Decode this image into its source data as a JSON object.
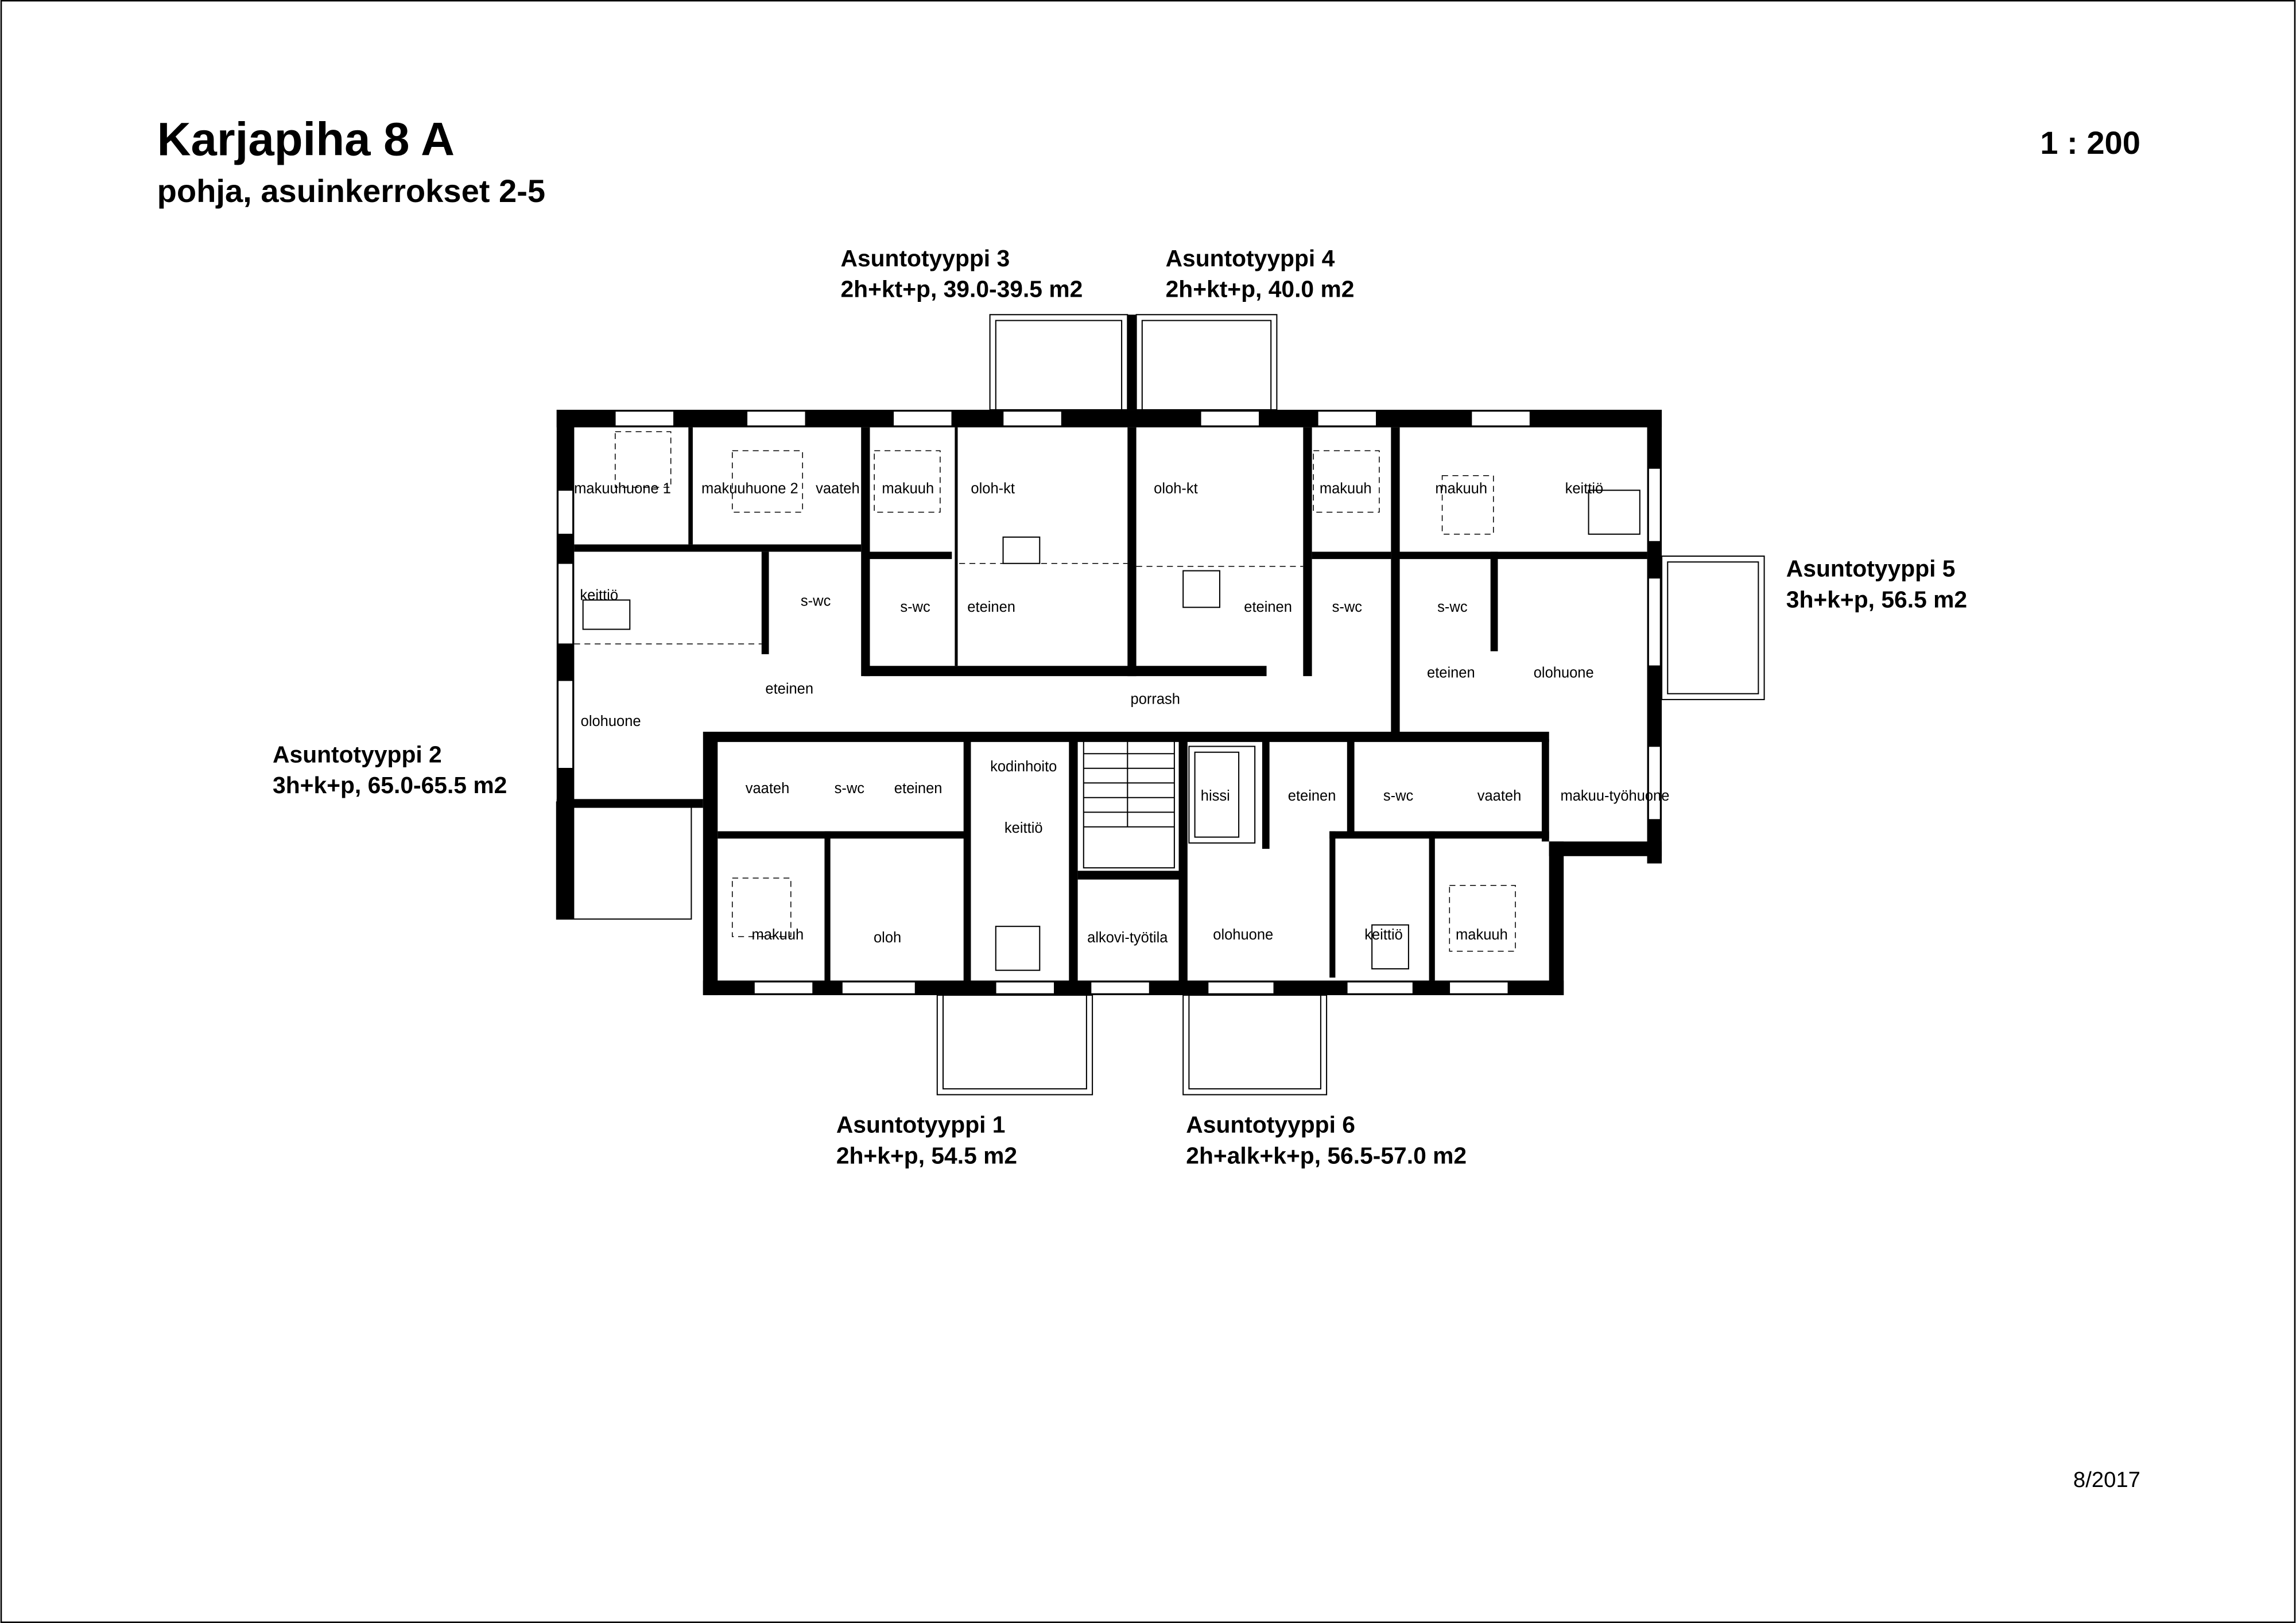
{
  "header": {
    "title": "Karjapiha 8 A",
    "subtitle": "pohja, asuinkerrokset 2-5",
    "scale": "1 : 200",
    "date": "8/2017"
  },
  "apartment_types": [
    {
      "name": "Asuntotyyppi 1",
      "spec": "2h+k+p, 54.5 m2"
    },
    {
      "name": "Asuntotyyppi 2",
      "spec": "3h+k+p, 65.0-65.5 m2"
    },
    {
      "name": "Asuntotyyppi 3",
      "spec": "2h+kt+p, 39.0-39.5 m2"
    },
    {
      "name": "Asuntotyyppi 4",
      "spec": "2h+kt+p, 40.0 m2"
    },
    {
      "name": "Asuntotyyppi 5",
      "spec": "3h+k+p, 56.5 m2"
    },
    {
      "name": "Asuntotyyppi 6",
      "spec": "2h+alk+k+p, 56.5-57.0 m2"
    }
  ],
  "rooms": [
    "makuuhuone 1",
    "makuuhuone 2",
    "vaateh",
    "makuuh",
    "oloh-kt",
    "oloh-kt",
    "makuuh",
    "makuuh",
    "keittiö",
    "keittiö",
    "s-wc",
    "s-wc",
    "eteinen",
    "eteinen",
    "s-wc",
    "s-wc",
    "eteinen",
    "porrash",
    "eteinen",
    "olohuone",
    "olohuone",
    "vaateh",
    "s-wc",
    "eteinen",
    "kodinhoito",
    "keittiö",
    "hissi",
    "eteinen",
    "s-wc",
    "vaateh",
    "makuu-työhuone",
    "makuuh",
    "oloh",
    "alkovi-työtila",
    "olohuone",
    "keittiö",
    "makuuh"
  ]
}
